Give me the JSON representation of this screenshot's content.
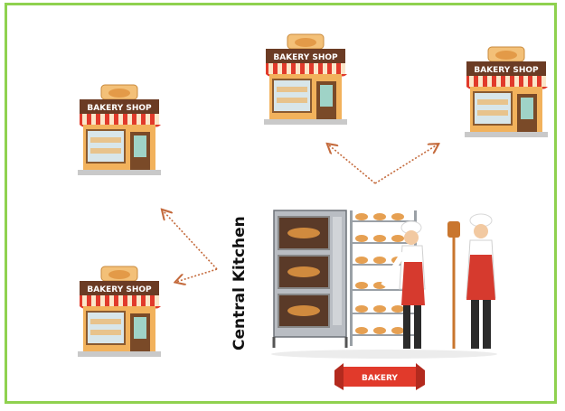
{
  "shops": [
    {
      "label": "BAKERY SHOP"
    },
    {
      "label": "BAKERY SHOP"
    },
    {
      "label": "BAKERY SHOP"
    },
    {
      "label": "BAKERY SHOP"
    }
  ],
  "central": {
    "label": "Central Kitchen",
    "banner": "BAKERY"
  },
  "colors": {
    "frame": "#8fd14f",
    "awning_red": "#e13a2b",
    "sign": "#6b3b24",
    "wall": "#f2b25c",
    "arrow": "#c46a3c"
  }
}
